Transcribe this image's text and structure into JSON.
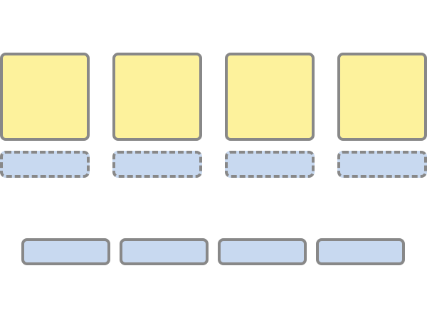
{
  "colors": {
    "card_fill": "#fdf29c",
    "slot_fill": "#c8d9f0",
    "bar_fill": "#c8d9f0",
    "border": "#888888"
  },
  "cards": [
    {
      "kind": "solid-square"
    },
    {
      "kind": "solid-square"
    },
    {
      "kind": "solid-square"
    },
    {
      "kind": "solid-square"
    }
  ],
  "slots": [
    {
      "kind": "dashed-bar"
    },
    {
      "kind": "dashed-bar"
    },
    {
      "kind": "dashed-bar"
    },
    {
      "kind": "dashed-bar"
    }
  ],
  "bars": [
    {
      "kind": "solid-bar"
    },
    {
      "kind": "solid-bar"
    },
    {
      "kind": "solid-bar"
    },
    {
      "kind": "solid-bar"
    }
  ]
}
